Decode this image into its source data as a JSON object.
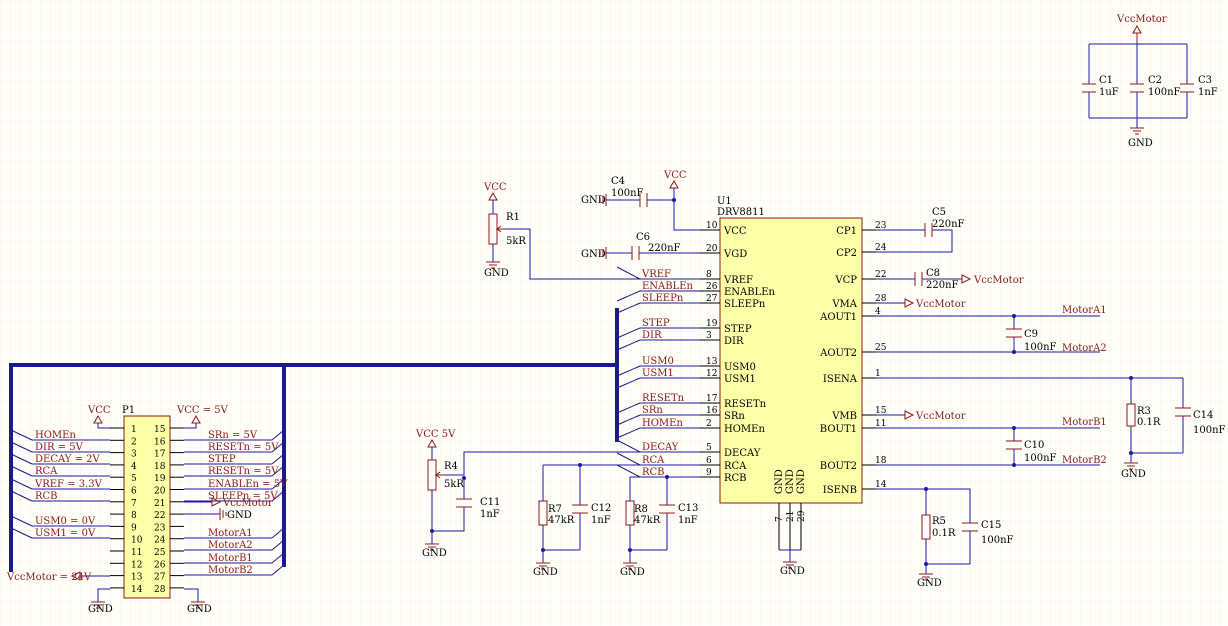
{
  "power": {
    "vccmotor": "VccMotor",
    "vcc": "VCC",
    "gnd": "GND",
    "vcc_5v": "VCC = 5V",
    "vcc_5v_short": "VCC  5V",
    "vccmotor_24v": "VccMotor = 24V"
  },
  "decoupling": {
    "c1": {
      "ref": "C1",
      "val": "1uF"
    },
    "c2": {
      "ref": "C2",
      "val": "100nF"
    },
    "c3": {
      "ref": "C3",
      "val": "1nF"
    }
  },
  "u1": {
    "ref": "U1",
    "part": "DRV8811",
    "left_pins": [
      {
        "num": "10",
        "name": "VCC"
      },
      {
        "num": "20",
        "name": "VGD"
      },
      {
        "num": "8",
        "name": "VREF"
      },
      {
        "num": "26",
        "name": "ENABLEn"
      },
      {
        "num": "27",
        "name": "SLEEPn"
      },
      {
        "num": "19",
        "name": "STEP"
      },
      {
        "num": "3",
        "name": "DIR"
      },
      {
        "num": "13",
        "name": "USM0"
      },
      {
        "num": "12",
        "name": "USM1"
      },
      {
        "num": "17",
        "name": "RESETn"
      },
      {
        "num": "16",
        "name": "SRn"
      },
      {
        "num": "2",
        "name": "HOMEn"
      },
      {
        "num": "5",
        "name": "DECAY"
      },
      {
        "num": "6",
        "name": "RCA"
      },
      {
        "num": "9",
        "name": "RCB"
      }
    ],
    "right_pins": [
      {
        "num": "23",
        "name": "CP1"
      },
      {
        "num": "24",
        "name": "CP2"
      },
      {
        "num": "22",
        "name": "VCP"
      },
      {
        "num": "28",
        "name": "VMA"
      },
      {
        "num": "4",
        "name": "AOUT1"
      },
      {
        "num": "25",
        "name": "AOUT2"
      },
      {
        "num": "1",
        "name": "ISENA"
      },
      {
        "num": "15",
        "name": "VMB"
      },
      {
        "num": "11",
        "name": "BOUT1"
      },
      {
        "num": "18",
        "name": "BOUT2"
      },
      {
        "num": "14",
        "name": "ISENB"
      }
    ],
    "bottom_pins": [
      {
        "num": "7",
        "name": "GND"
      },
      {
        "num": "21",
        "name": "GND"
      },
      {
        "num": "29",
        "name": "GND"
      }
    ]
  },
  "u1_nets_left": [
    "VREF",
    "ENABLEn",
    "SLEEPn",
    "STEP",
    "DIR",
    "USM0",
    "USM1",
    "RESETn",
    "SRn",
    "HOMEn",
    "DECAY",
    "RCA",
    "RCB"
  ],
  "components": {
    "c4": {
      "ref": "C4",
      "val": "100nF"
    },
    "c5": {
      "ref": "C5",
      "val": "220nF"
    },
    "c6": {
      "ref": "C6",
      "val": "220nF"
    },
    "c8": {
      "ref": "C8",
      "val": "220nF"
    },
    "c9": {
      "ref": "C9",
      "val": "100nF"
    },
    "c10": {
      "ref": "C10",
      "val": "100nF"
    },
    "c11": {
      "ref": "C11",
      "val": "1nF"
    },
    "c12": {
      "ref": "C12",
      "val": "1nF"
    },
    "c13": {
      "ref": "C13",
      "val": "1nF"
    },
    "c14": {
      "ref": "C14",
      "val": "100nF"
    },
    "c15": {
      "ref": "C15",
      "val": "100nF"
    },
    "r1": {
      "ref": "R1",
      "val": "5kR"
    },
    "r3": {
      "ref": "R3",
      "val": "0.1R"
    },
    "r4": {
      "ref": "R4",
      "val": "5kR"
    },
    "r5": {
      "ref": "R5",
      "val": "0.1R"
    },
    "r7": {
      "ref": "R7",
      "val": "47kR"
    },
    "r8": {
      "ref": "R8",
      "val": "47kR"
    }
  },
  "motor_nets": {
    "a1": "MotorA1",
    "a2": "MotorA2",
    "b1": "MotorB1",
    "b2": "MotorB2"
  },
  "p1": {
    "ref": "P1",
    "rows": [
      {
        "l": "1",
        "r": "15"
      },
      {
        "l": "2",
        "r": "16"
      },
      {
        "l": "3",
        "r": "17"
      },
      {
        "l": "4",
        "r": "18"
      },
      {
        "l": "5",
        "r": "19"
      },
      {
        "l": "6",
        "r": "20"
      },
      {
        "l": "7",
        "r": "21"
      },
      {
        "l": "8",
        "r": "22"
      },
      {
        "l": "9",
        "r": "23"
      },
      {
        "l": "10",
        "r": "24"
      },
      {
        "l": "11",
        "r": "25"
      },
      {
        "l": "12",
        "r": "26"
      },
      {
        "l": "13",
        "r": "27"
      },
      {
        "l": "14",
        "r": "28"
      }
    ],
    "left_nets": [
      "HOMEn",
      "DIR = 5V",
      "DECAY = 2V",
      "RCA",
      "VREF = 3.3V",
      "RCB",
      "",
      "USM0 = 0V",
      "USM1 = 0V"
    ],
    "right_nets": [
      "SRn = 5V",
      "RESETn = 5V",
      "STEP",
      "RESETn = 5V",
      "ENABLEn = 5V",
      "SLEEPn = 5V",
      "",
      "",
      "",
      "MotorA1",
      "MotorA2",
      "MotorB1",
      "MotorB2"
    ]
  }
}
